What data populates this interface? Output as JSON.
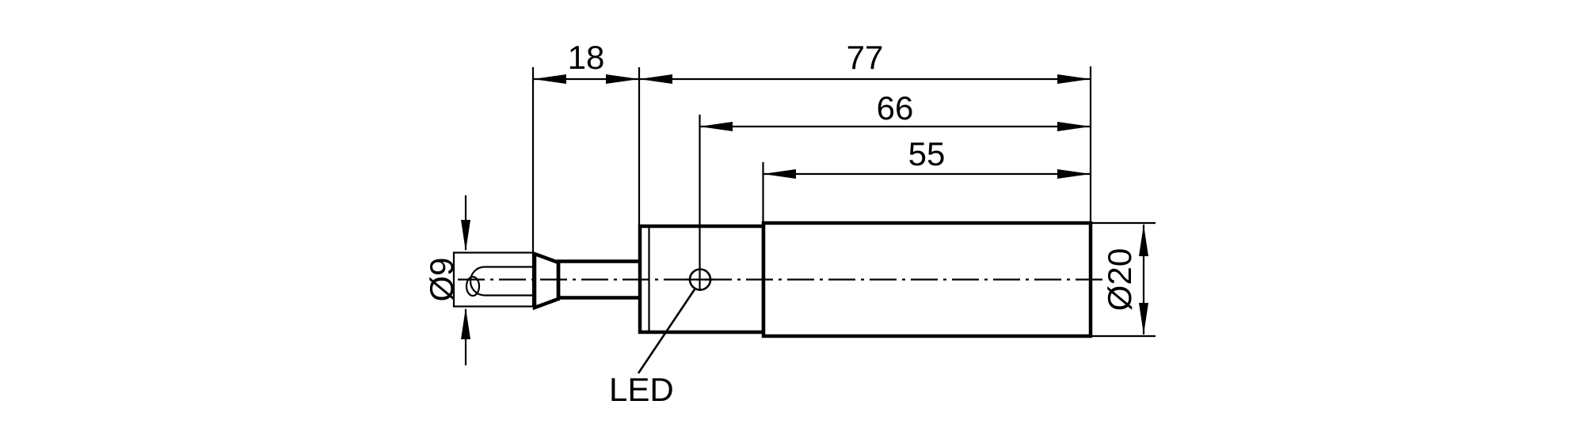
{
  "drawing": {
    "type": "technical-dimension-drawing",
    "subject": "cylindrical inductive sensor side view with connector",
    "colors": {
      "line": "#000000",
      "background": "#ffffff"
    },
    "dimensions": {
      "connector_length": "18",
      "overall_length": "77",
      "led_to_front": "66",
      "barrel_length": "55",
      "connector_diameter": "Ø9",
      "housing_diameter": "Ø20"
    },
    "labels": {
      "led": "LED"
    }
  }
}
